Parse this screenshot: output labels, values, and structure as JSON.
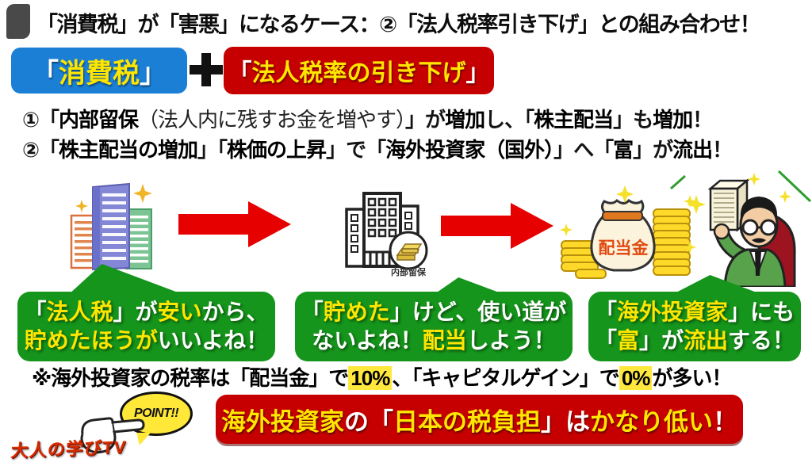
{
  "title": {
    "text": "「消費税」が「害悪」になるケース：②「法人税率引き下げ」との組み合わせ！"
  },
  "formula": {
    "consumption_tax_segments": [
      {
        "t": "「",
        "c": "w"
      },
      {
        "t": "消費税",
        "c": "y"
      },
      {
        "t": "」",
        "c": "w"
      }
    ],
    "corporate_cut_segments": [
      {
        "t": "「",
        "c": "w"
      },
      {
        "t": "法人税率の引き下げ",
        "c": "y"
      },
      {
        "t": "」",
        "c": "w"
      }
    ]
  },
  "statements": {
    "line1": [
      {
        "t": "①「",
        "c": "n"
      },
      {
        "t": "内部留保",
        "c": "b"
      },
      {
        "t": "（法人内に残すお金を増やす）",
        "c": "l"
      },
      {
        "t": "」が",
        "c": "n"
      },
      {
        "t": "増加",
        "c": "b"
      },
      {
        "t": "し、「",
        "c": "n"
      },
      {
        "t": "株主配当",
        "c": "b"
      },
      {
        "t": "」も",
        "c": "n"
      },
      {
        "t": "増加",
        "c": "b"
      },
      {
        "t": "！",
        "c": "n"
      }
    ],
    "line2": [
      {
        "t": "②「",
        "c": "n"
      },
      {
        "t": "株主配当の増加",
        "c": "b"
      },
      {
        "t": "」「",
        "c": "n"
      },
      {
        "t": "株価の上昇",
        "c": "b"
      },
      {
        "t": "」で「",
        "c": "n"
      },
      {
        "t": "海外投資家（国外）",
        "c": "b"
      },
      {
        "t": "」へ「",
        "c": "n"
      },
      {
        "t": "富",
        "c": "b"
      },
      {
        "t": "」が",
        "c": "n"
      },
      {
        "t": "流出",
        "c": "b"
      },
      {
        "t": "！",
        "c": "n"
      }
    ]
  },
  "flow": {
    "reserve_label": "内部留保",
    "moneybag_label": "配当金"
  },
  "bubbles": [
    {
      "line1": [
        {
          "t": "「",
          "c": "w"
        },
        {
          "t": "法人税",
          "c": "y"
        },
        {
          "t": "」が",
          "c": "w"
        },
        {
          "t": "安い",
          "c": "y"
        },
        {
          "t": "から、",
          "c": "w"
        }
      ],
      "line2": [
        {
          "t": "貯めたほうが",
          "c": "y"
        },
        {
          "t": "いいよね！",
          "c": "w"
        }
      ]
    },
    {
      "line1": [
        {
          "t": "「",
          "c": "w"
        },
        {
          "t": "貯めた",
          "c": "y"
        },
        {
          "t": "」けど、使い道が",
          "c": "w"
        }
      ],
      "line2": [
        {
          "t": "ないよね！",
          "c": "w"
        },
        {
          "t": "配当",
          "c": "y"
        },
        {
          "t": "しよう！",
          "c": "w"
        }
      ]
    },
    {
      "line1": [
        {
          "t": "「",
          "c": "w"
        },
        {
          "t": "海外投資家",
          "c": "y"
        },
        {
          "t": "」にも",
          "c": "w"
        }
      ],
      "line2": [
        {
          "t": "「",
          "c": "w"
        },
        {
          "t": "富",
          "c": "y"
        },
        {
          "t": "」が",
          "c": "w"
        },
        {
          "t": "流出",
          "c": "y"
        },
        {
          "t": "する！",
          "c": "w"
        }
      ]
    }
  ],
  "note_segments": [
    {
      "t": "※海外投資家の税率は「配当金」で",
      "c": "b"
    },
    {
      "t": "10%",
      "c": "hl"
    },
    {
      "t": "、「キャピタルゲイン」で",
      "c": "b"
    },
    {
      "t": "0%",
      "c": "hl"
    },
    {
      "t": "が多い！",
      "c": "b"
    }
  ],
  "point_badge": {
    "label": "POINT!!"
  },
  "banner_segments": [
    {
      "t": "海外投資家",
      "c": "y"
    },
    {
      "t": "の「",
      "c": "w"
    },
    {
      "t": "日本の税負担",
      "c": "y"
    },
    {
      "t": "」は",
      "c": "w"
    },
    {
      "t": "かなり低い",
      "c": "y"
    },
    {
      "t": "！",
      "c": "w"
    }
  ],
  "logo": {
    "text": "大人の学びTV"
  },
  "icons": {
    "plus": "plus-icon",
    "arrow": "flow-arrow-icon",
    "buildings": "company-buildings-icon",
    "reserve_building": "company-reserve-icon",
    "moneybag": "dividend-moneybag-icon",
    "investor": "foreign-investor-icon",
    "hand": "pointing-hand-icon"
  },
  "colors": {
    "badge_blue": "#1b7fd6",
    "badge_red": "#c60000",
    "bubble_green": "#15951b",
    "banner_red": "#c60000",
    "yellow_text": "#ffe600",
    "highlight": "#ffe83e"
  }
}
